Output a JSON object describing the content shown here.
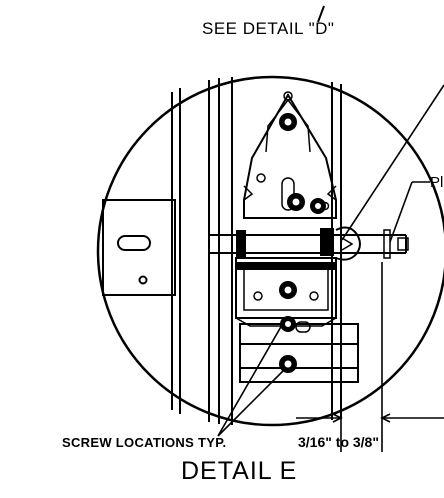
{
  "labels": {
    "detail_reference": "SEE DETAIL \"D\"",
    "partial_label": "Pl",
    "screw_locations": "SCREW LOCATIONS TYP.",
    "dimension_range": "3/16\" to 3/8\"",
    "caption": "DETAIL E"
  },
  "colors": {
    "ink": "#000000",
    "background": "#ffffff"
  }
}
